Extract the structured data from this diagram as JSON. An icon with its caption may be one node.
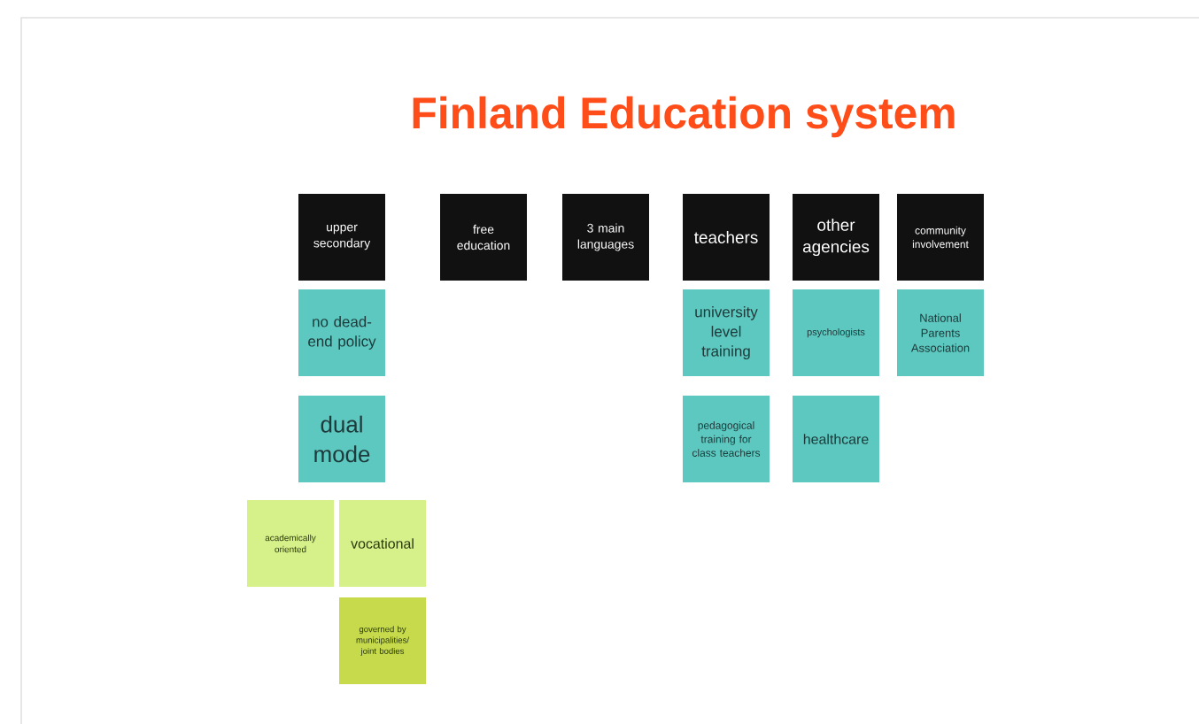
{
  "diagram": {
    "title": "Finland Education system",
    "nodes": [
      {
        "text": [
          "upper secondary"
        ]
      },
      {
        "text": [
          "free education"
        ]
      },
      {
        "text": [
          "3 main languages"
        ]
      },
      {
        "text": [
          "teachers"
        ]
      },
      {
        "text": [
          "other agencies"
        ]
      },
      {
        "text": [
          "community involvement"
        ]
      },
      {
        "text": [
          "no dead-end policy"
        ]
      },
      {
        "text": [
          "dual mode"
        ]
      },
      {
        "text": [
          "academically oriented"
        ]
      },
      {
        "text": [
          "vocational"
        ]
      },
      {
        "text": [
          "governed by municipalities/ joint bodies"
        ]
      },
      {
        "text": [
          "university level training"
        ]
      },
      {
        "text": [
          "psychologists"
        ]
      },
      {
        "text": [
          "National Parents Association"
        ]
      },
      {
        "text": [
          "pedagogical training for class teachers"
        ]
      },
      {
        "text": [
          "healthcare"
        ]
      }
    ],
    "edges": []
  }
}
